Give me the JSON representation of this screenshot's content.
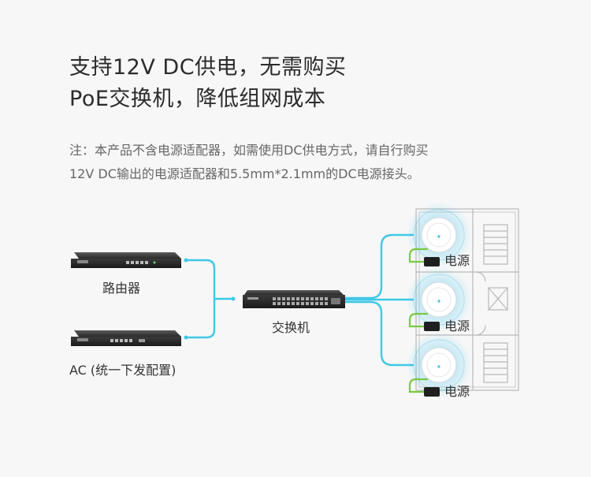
{
  "headline": {
    "line1": "支持12V DC供电，无需购买",
    "line2": "PoE交换机，降低组网成本"
  },
  "note": {
    "line1": "注：本产品不含电源适配器，如需使用DC供电方式，请自行购买",
    "line2": "12V DC输出的电源适配器和5.5mm*2.1mm的DC电源接头。"
  },
  "devices": {
    "router_label": "路由器",
    "ac_label": "AC (统一下发配置)",
    "switch_label": "交换机",
    "power_labels": [
      "电源",
      "电源",
      "电源"
    ]
  },
  "colors": {
    "link_cyan": "#3fc7e6",
    "power_green": "#7ac943",
    "ap_glow": "#39c2f0"
  }
}
